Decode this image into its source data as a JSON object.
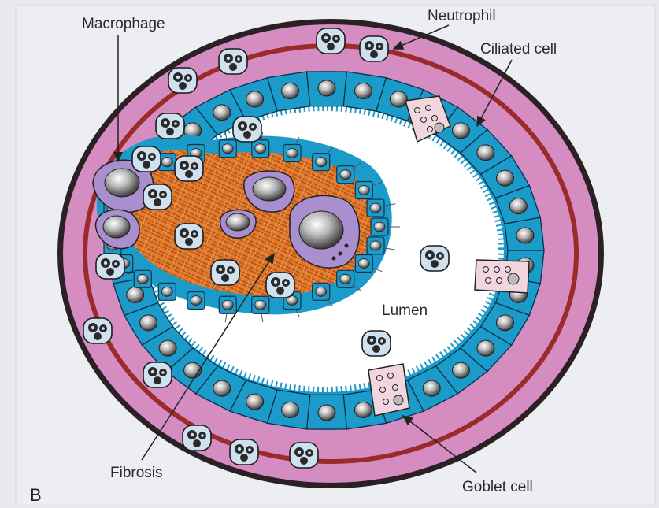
{
  "panel_letter": "B",
  "labels": {
    "macrophage": "Macrophage",
    "neutrophil": "Neutrophil",
    "ciliated_cell": "Ciliated cell",
    "lumen": "Lumen",
    "fibrosis": "Fibrosis",
    "goblet_cell": "Goblet cell"
  },
  "colors": {
    "background": "#e9eaee",
    "outer_rim": "#2b2024",
    "wall": "#d58cc0",
    "smooth_muscle": "#9b2b2b",
    "epithelium": "#1a9bc9",
    "lumen": "#ffffff",
    "fibrosis": "#e07a2a",
    "macrophage": "#a98fd0",
    "goblet": "#f1d6de"
  }
}
